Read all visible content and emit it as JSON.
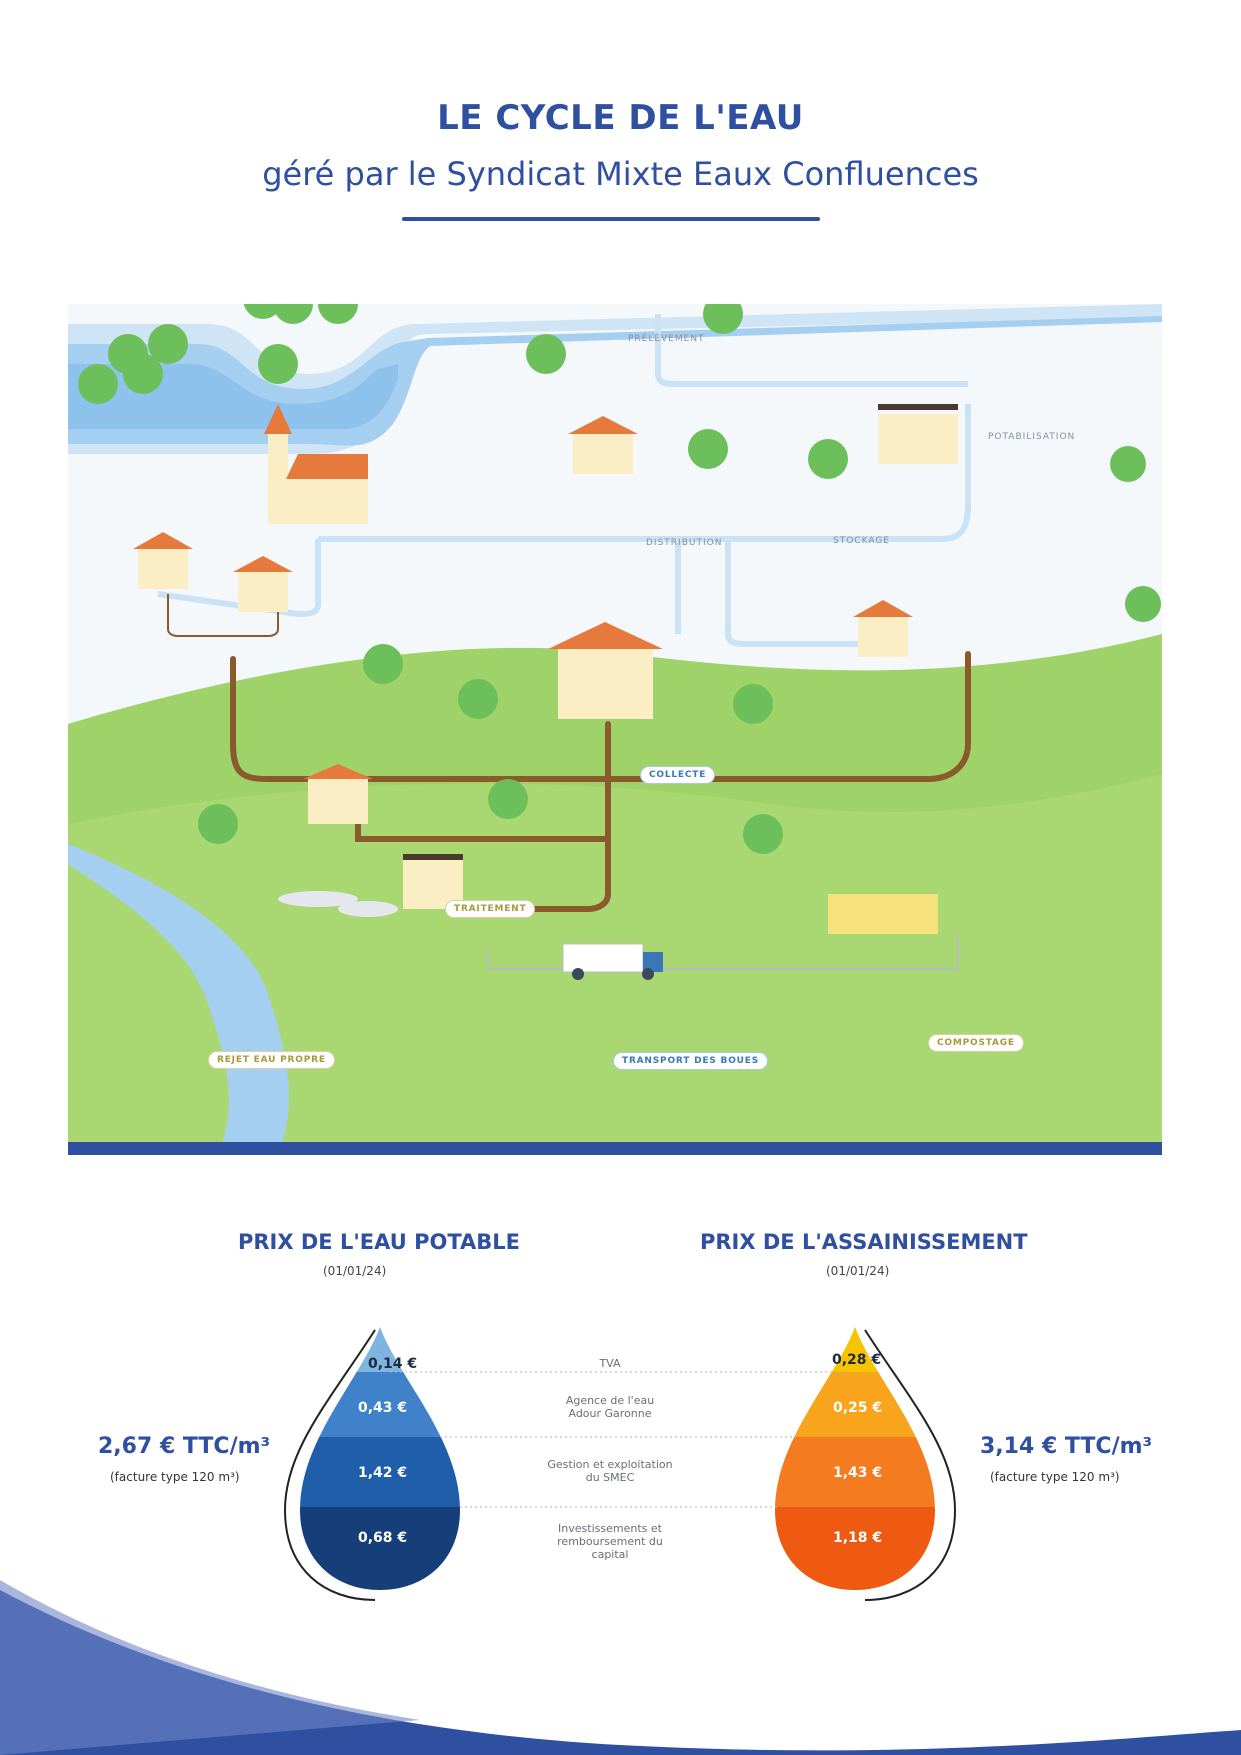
{
  "header": {
    "title": "LE CYCLE DE L'EAU",
    "subtitle": "géré par le Syndicat Mixte Eaux Confluences"
  },
  "cycle": {
    "labels": {
      "prelevement": "PRÉLÈVEMENT",
      "potabilisation": "POTABILISATION",
      "stockage": "STOCKAGE",
      "distribution": "DISTRIBUTION",
      "collecte": "COLLECTE",
      "traitement": "TRAITEMENT",
      "rejet": "REJET EAU PROPRE",
      "transport": "TRANSPORT DES BOUES",
      "compostage": "COMPOSTAGE"
    }
  },
  "water_price": {
    "heading": "PRIX DE L'EAU POTABLE",
    "date": "(01/01/24)",
    "total": "2,67 € TTC/m³",
    "note": "(facture type 120 m³)",
    "layers": [
      "0,14 €",
      "0,43 €",
      "1,42 €",
      "0,68 €"
    ],
    "colors": [
      "#7fb3e0",
      "#3f82c9",
      "#1f5ea8",
      "#163f7a"
    ]
  },
  "sanitation_price": {
    "heading": "PRIX DE L'ASSAINISSEMENT",
    "date": "(01/01/24)",
    "total": "3,14 € TTC/m³",
    "note": "(facture type 120 m³)",
    "layers": [
      "0,28 €",
      "0,25 €",
      "1,43 €",
      "1,18 €"
    ],
    "colors": [
      "#f7c400",
      "#f8a41c",
      "#f47b20",
      "#ee5a12"
    ]
  },
  "legend": {
    "tva": "TVA",
    "agence": "Agence de l'eau\nAdour Garonne",
    "gestion": "Gestion et exploitation\ndu SMEC",
    "invest": "Investissements et\nremboursement du\ncapital"
  }
}
